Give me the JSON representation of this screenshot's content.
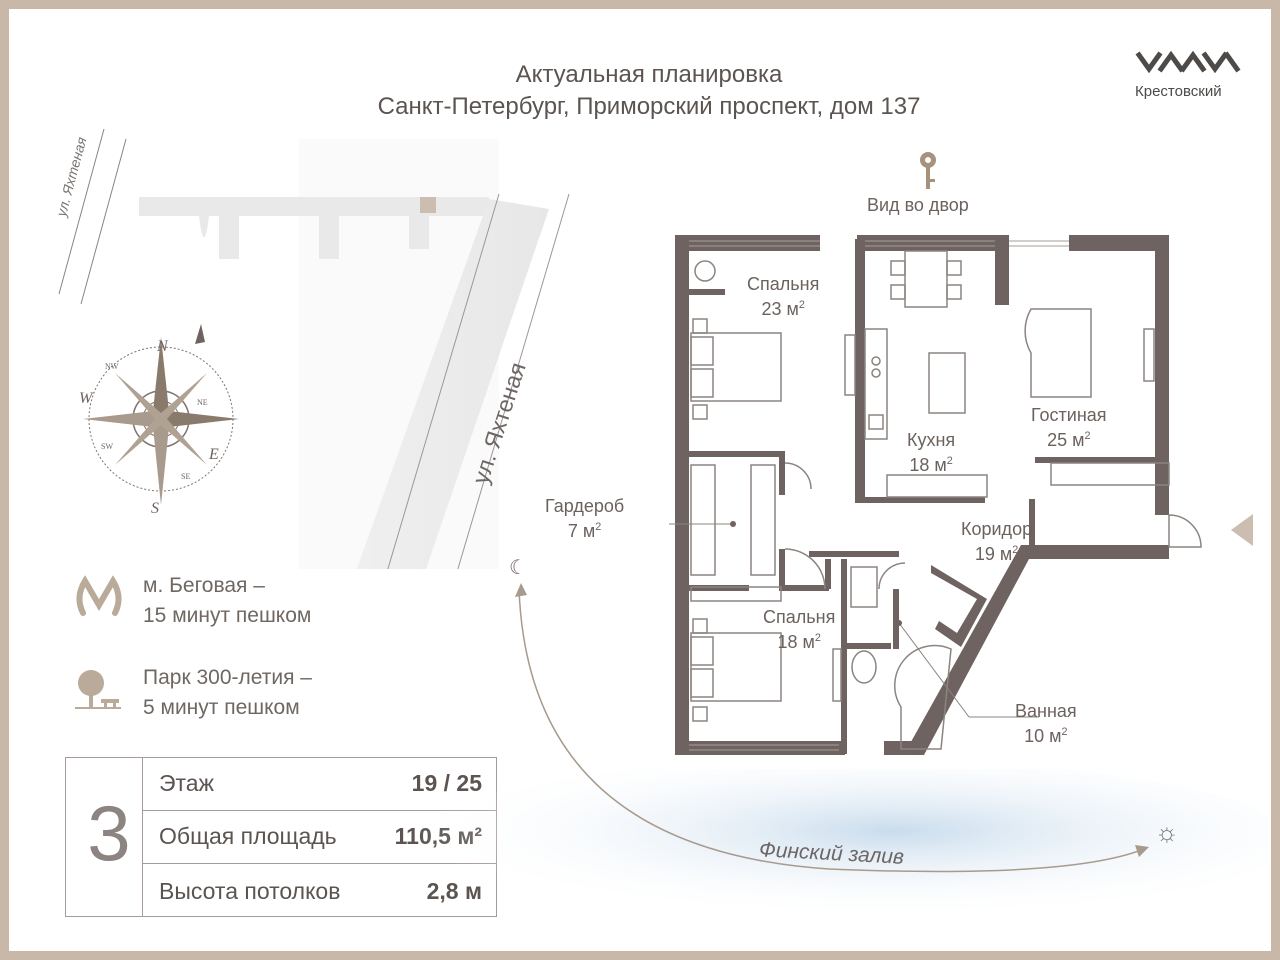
{
  "header": {
    "title_line1": "Актуальная планировка",
    "title_line2": "Санкт-Петербург, Приморский проспект, дом 137"
  },
  "brand": {
    "name": "Крестовский"
  },
  "view": {
    "label": "Вид во двор"
  },
  "streets": {
    "yakhtennaya_small": "ул. Яхтеная",
    "yakhtennaya_large": "ул. Яхтеная"
  },
  "compass": {
    "n": "N",
    "s": "S",
    "e": "E",
    "w": "W",
    "ne": "NE",
    "nw": "NW",
    "se": "SE",
    "sw": "SW"
  },
  "rooms": [
    {
      "name": "Спальня",
      "area": "23 м",
      "sup": "2"
    },
    {
      "name": "Кухня",
      "area": "18 м",
      "sup": "2"
    },
    {
      "name": "Гостиная",
      "area": "25 м",
      "sup": "2"
    },
    {
      "name": "Гардероб",
      "area": "7 м",
      "sup": "2"
    },
    {
      "name": "Коридор",
      "area": "19 м",
      "sup": "2"
    },
    {
      "name": "Спальня",
      "area": "18 м",
      "sup": "2"
    },
    {
      "name": "Ванная",
      "area": "10 м",
      "sup": "2"
    }
  ],
  "metro": {
    "line1": "м. Беговая –",
    "line2": "15 минут пешком"
  },
  "park": {
    "line1": "Парк 300-летия –",
    "line2": "5 минут пешком"
  },
  "gulf": {
    "label": "Финский залив"
  },
  "facts": {
    "rooms_count": "3",
    "rows": [
      {
        "label": "Этаж",
        "value": "19 / 25"
      },
      {
        "label": "Общая площадь",
        "value": "110,5 м²"
      },
      {
        "label": "Высота потолков",
        "value": "2,8 м"
      }
    ]
  },
  "colors": {
    "wall": "#6e6360",
    "border": "#c9b8a8",
    "accent": "#a8917d",
    "text": "#5b5450",
    "water": "#d8e6f2"
  }
}
